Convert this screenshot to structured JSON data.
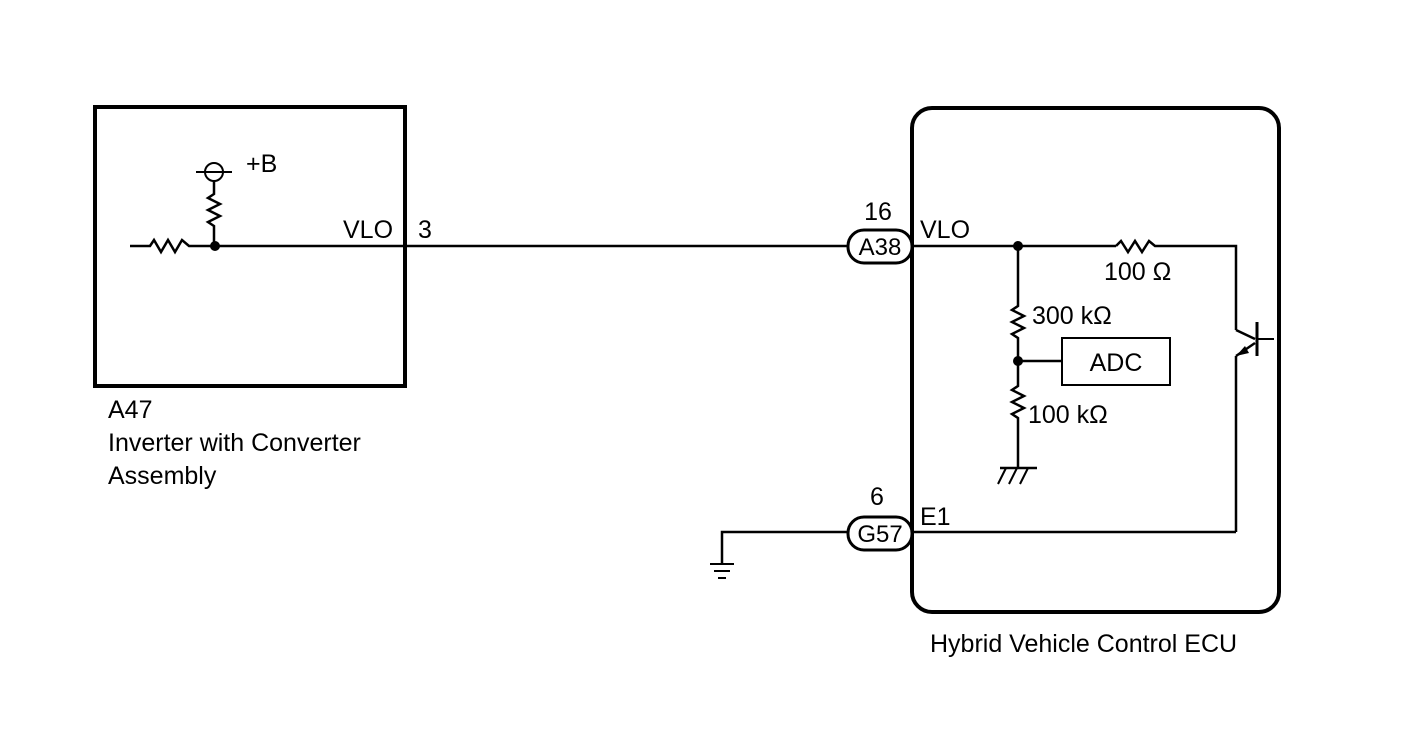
{
  "inverter": {
    "code": "A47",
    "name_line1": "Inverter with Converter",
    "name_line2": "Assembly",
    "supply_label": "+B",
    "terminal_name": "VLO",
    "terminal_pin": "3"
  },
  "ecu": {
    "name": "Hybrid Vehicle Control ECU",
    "vlo": {
      "connector": "A38",
      "pin": "16",
      "terminal_name": "VLO"
    },
    "e1": {
      "connector": "G57",
      "pin": "6",
      "terminal_name": "E1"
    },
    "components": {
      "r_series": "100 Ω",
      "r_upper": "300 kΩ",
      "r_lower": "100 kΩ",
      "adc": "ADC"
    }
  }
}
